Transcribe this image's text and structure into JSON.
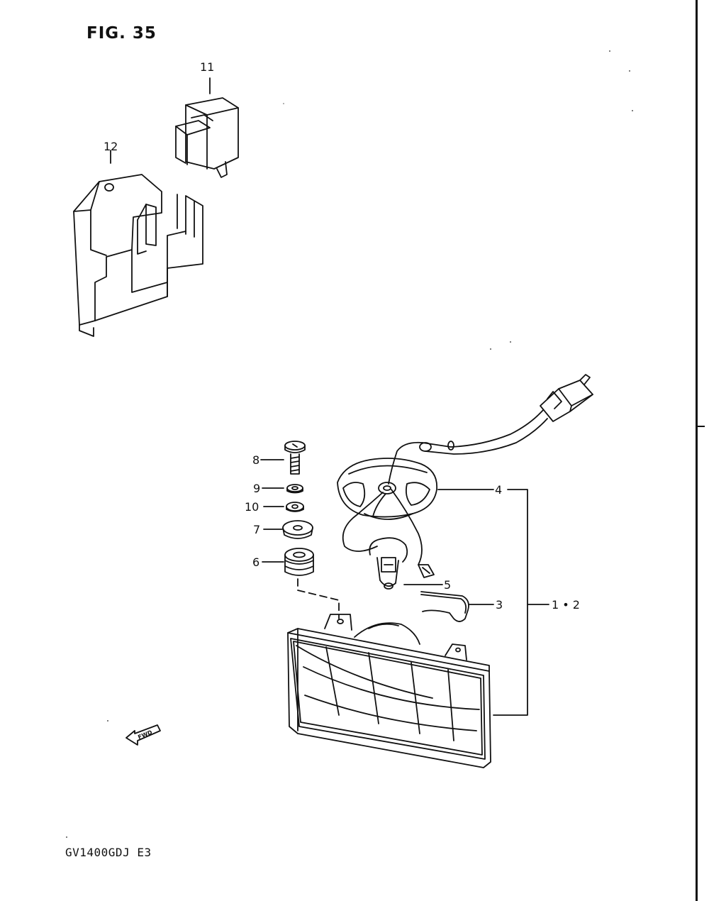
{
  "figure": {
    "title": "FIG. 35",
    "model_code": "GV1400GDJ  E3",
    "direction_label": "FWD"
  },
  "callouts": {
    "c11": "11",
    "c12": "12",
    "c8": "8",
    "c9": "9",
    "c10": "10",
    "c7": "7",
    "c6": "6",
    "c4": "4",
    "c5": "5",
    "c3": "3",
    "c12set": "1 • 2"
  },
  "colors": {
    "ink": "#111111",
    "paper": "#ffffff"
  }
}
